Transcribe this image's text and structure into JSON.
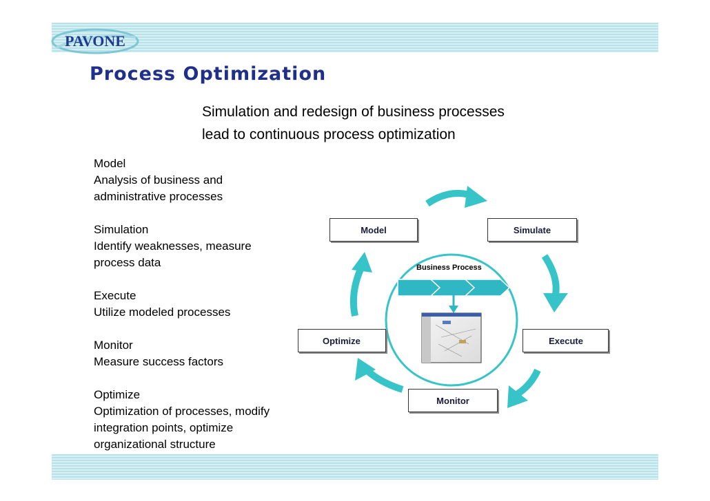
{
  "header": {
    "logo_text": "PAVONE",
    "title": "Process Optimization",
    "subtitle_line1": "Simulation and redesign of business processes",
    "subtitle_line2": "lead to continuous process optimization"
  },
  "sections": [
    {
      "heading": "Model",
      "text": [
        "Analysis of business and",
        "administrative processes"
      ]
    },
    {
      "heading": "Simulation",
      "text": [
        "Identify weaknesses, measure",
        "process data"
      ]
    },
    {
      "heading": "Execute",
      "text": [
        "Utilize modeled processes"
      ]
    },
    {
      "heading": "Monitor",
      "text": [
        "Measure success factors"
      ]
    },
    {
      "heading": "Optimize",
      "text": [
        "Optimization of processes, modify",
        "integration points, optimize",
        "organizational structure"
      ]
    }
  ],
  "cycle": {
    "stages": {
      "model": "Model",
      "simulate": "Simulate",
      "execute": "Execute",
      "monitor": "Monitor",
      "optimize": "Optimize"
    },
    "center_label": "Business Process"
  },
  "colors": {
    "title": "#1f2f8a",
    "band": "#b8e2e9",
    "arrow": "#37c4c8",
    "chevron": "#2fb8c4",
    "logo": "#1f3b8f"
  }
}
